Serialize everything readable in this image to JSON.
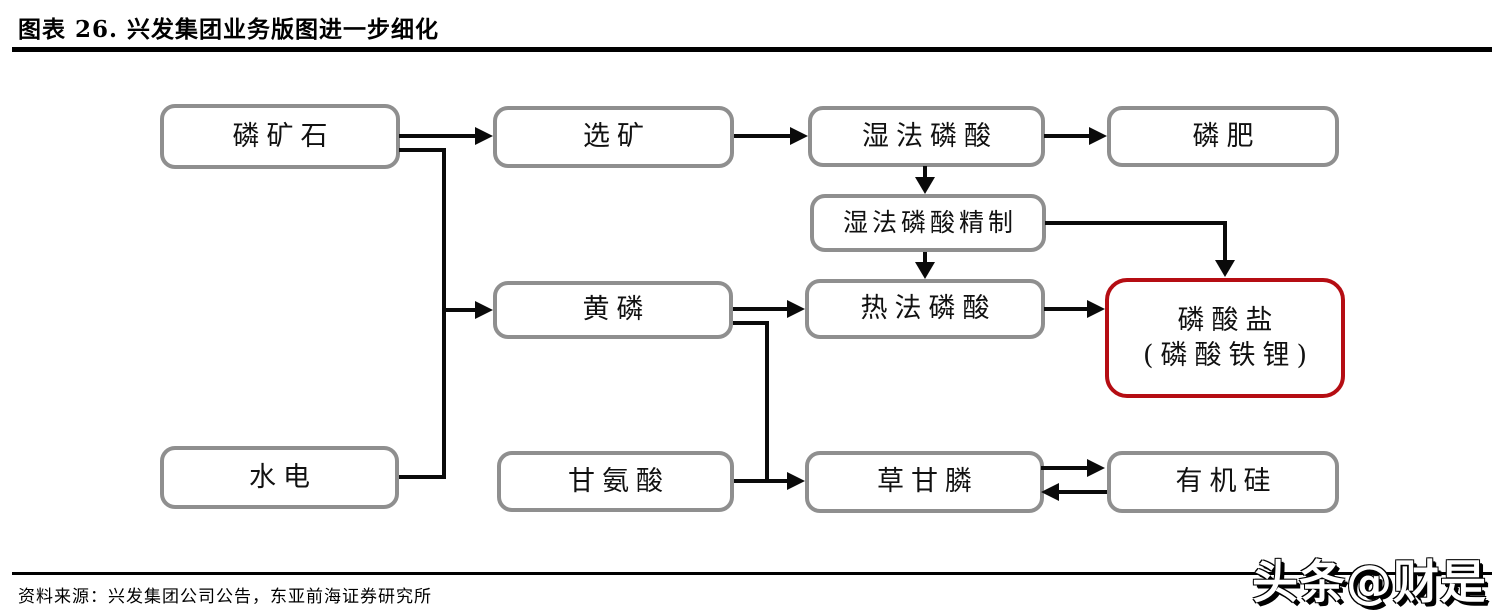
{
  "figure": {
    "title": "图表 26. 兴发集团业务版图进一步细化",
    "source": "资料来源：兴发集团公司公告，东亚前海证券研究所",
    "watermark": "头条@财是"
  },
  "colors": {
    "node_border": "#8f8f8f",
    "highlight_border": "#b50d13",
    "connector": "#0a0a0a",
    "background": "#ffffff",
    "text": "#111111"
  },
  "diagram": {
    "nodes": [
      {
        "id": "phosphate-rock",
        "label": "磷矿石"
      },
      {
        "id": "ore-dressing",
        "label": "选矿"
      },
      {
        "id": "wet-phosphoric-acid",
        "label": "湿法磷酸"
      },
      {
        "id": "phosphate-fertilizer",
        "label": "磷肥"
      },
      {
        "id": "refined-wet-acid",
        "label": "湿法磷酸精制"
      },
      {
        "id": "yellow-phosphorus",
        "label": "黄磷"
      },
      {
        "id": "thermal-phosphoric-acid",
        "label": "热法磷酸"
      },
      {
        "id": "phosphate-salt",
        "label": "磷酸盐",
        "sublabel": "(磷酸铁锂)",
        "highlight": true
      },
      {
        "id": "hydropower",
        "label": "水电"
      },
      {
        "id": "glycine",
        "label": "甘氨酸"
      },
      {
        "id": "glyphosate",
        "label": "草甘膦"
      },
      {
        "id": "organosilicon",
        "label": "有机硅"
      }
    ],
    "edges": [
      {
        "from": "磷矿石",
        "to": "选矿",
        "type": "arrow"
      },
      {
        "from": "选矿",
        "to": "湿法磷酸",
        "type": "arrow"
      },
      {
        "from": "湿法磷酸",
        "to": "磷肥",
        "type": "arrow"
      },
      {
        "from": "湿法磷酸",
        "to": "湿法磷酸精制",
        "type": "arrow"
      },
      {
        "from": "湿法磷酸精制",
        "to": "热法磷酸",
        "type": "arrow"
      },
      {
        "from": "湿法磷酸精制",
        "to": "磷酸盐(磷酸铁锂)",
        "type": "elbow-arrow"
      },
      {
        "from": "磷矿石",
        "to": "黄磷",
        "type": "elbow-arrow"
      },
      {
        "from": "水电",
        "to": "黄磷",
        "type": "elbow-arrow"
      },
      {
        "from": "黄磷",
        "to": "热法磷酸",
        "type": "arrow"
      },
      {
        "from": "黄磷",
        "to": "草甘膦",
        "type": "elbow-arrow"
      },
      {
        "from": "热法磷酸",
        "to": "磷酸盐(磷酸铁锂)",
        "type": "arrow"
      },
      {
        "from": "甘氨酸",
        "to": "草甘膦",
        "type": "arrow"
      },
      {
        "from": "草甘膦",
        "to": "有机硅",
        "type": "arrow"
      },
      {
        "from": "有机硅",
        "to": "草甘膦",
        "type": "arrow"
      }
    ]
  }
}
